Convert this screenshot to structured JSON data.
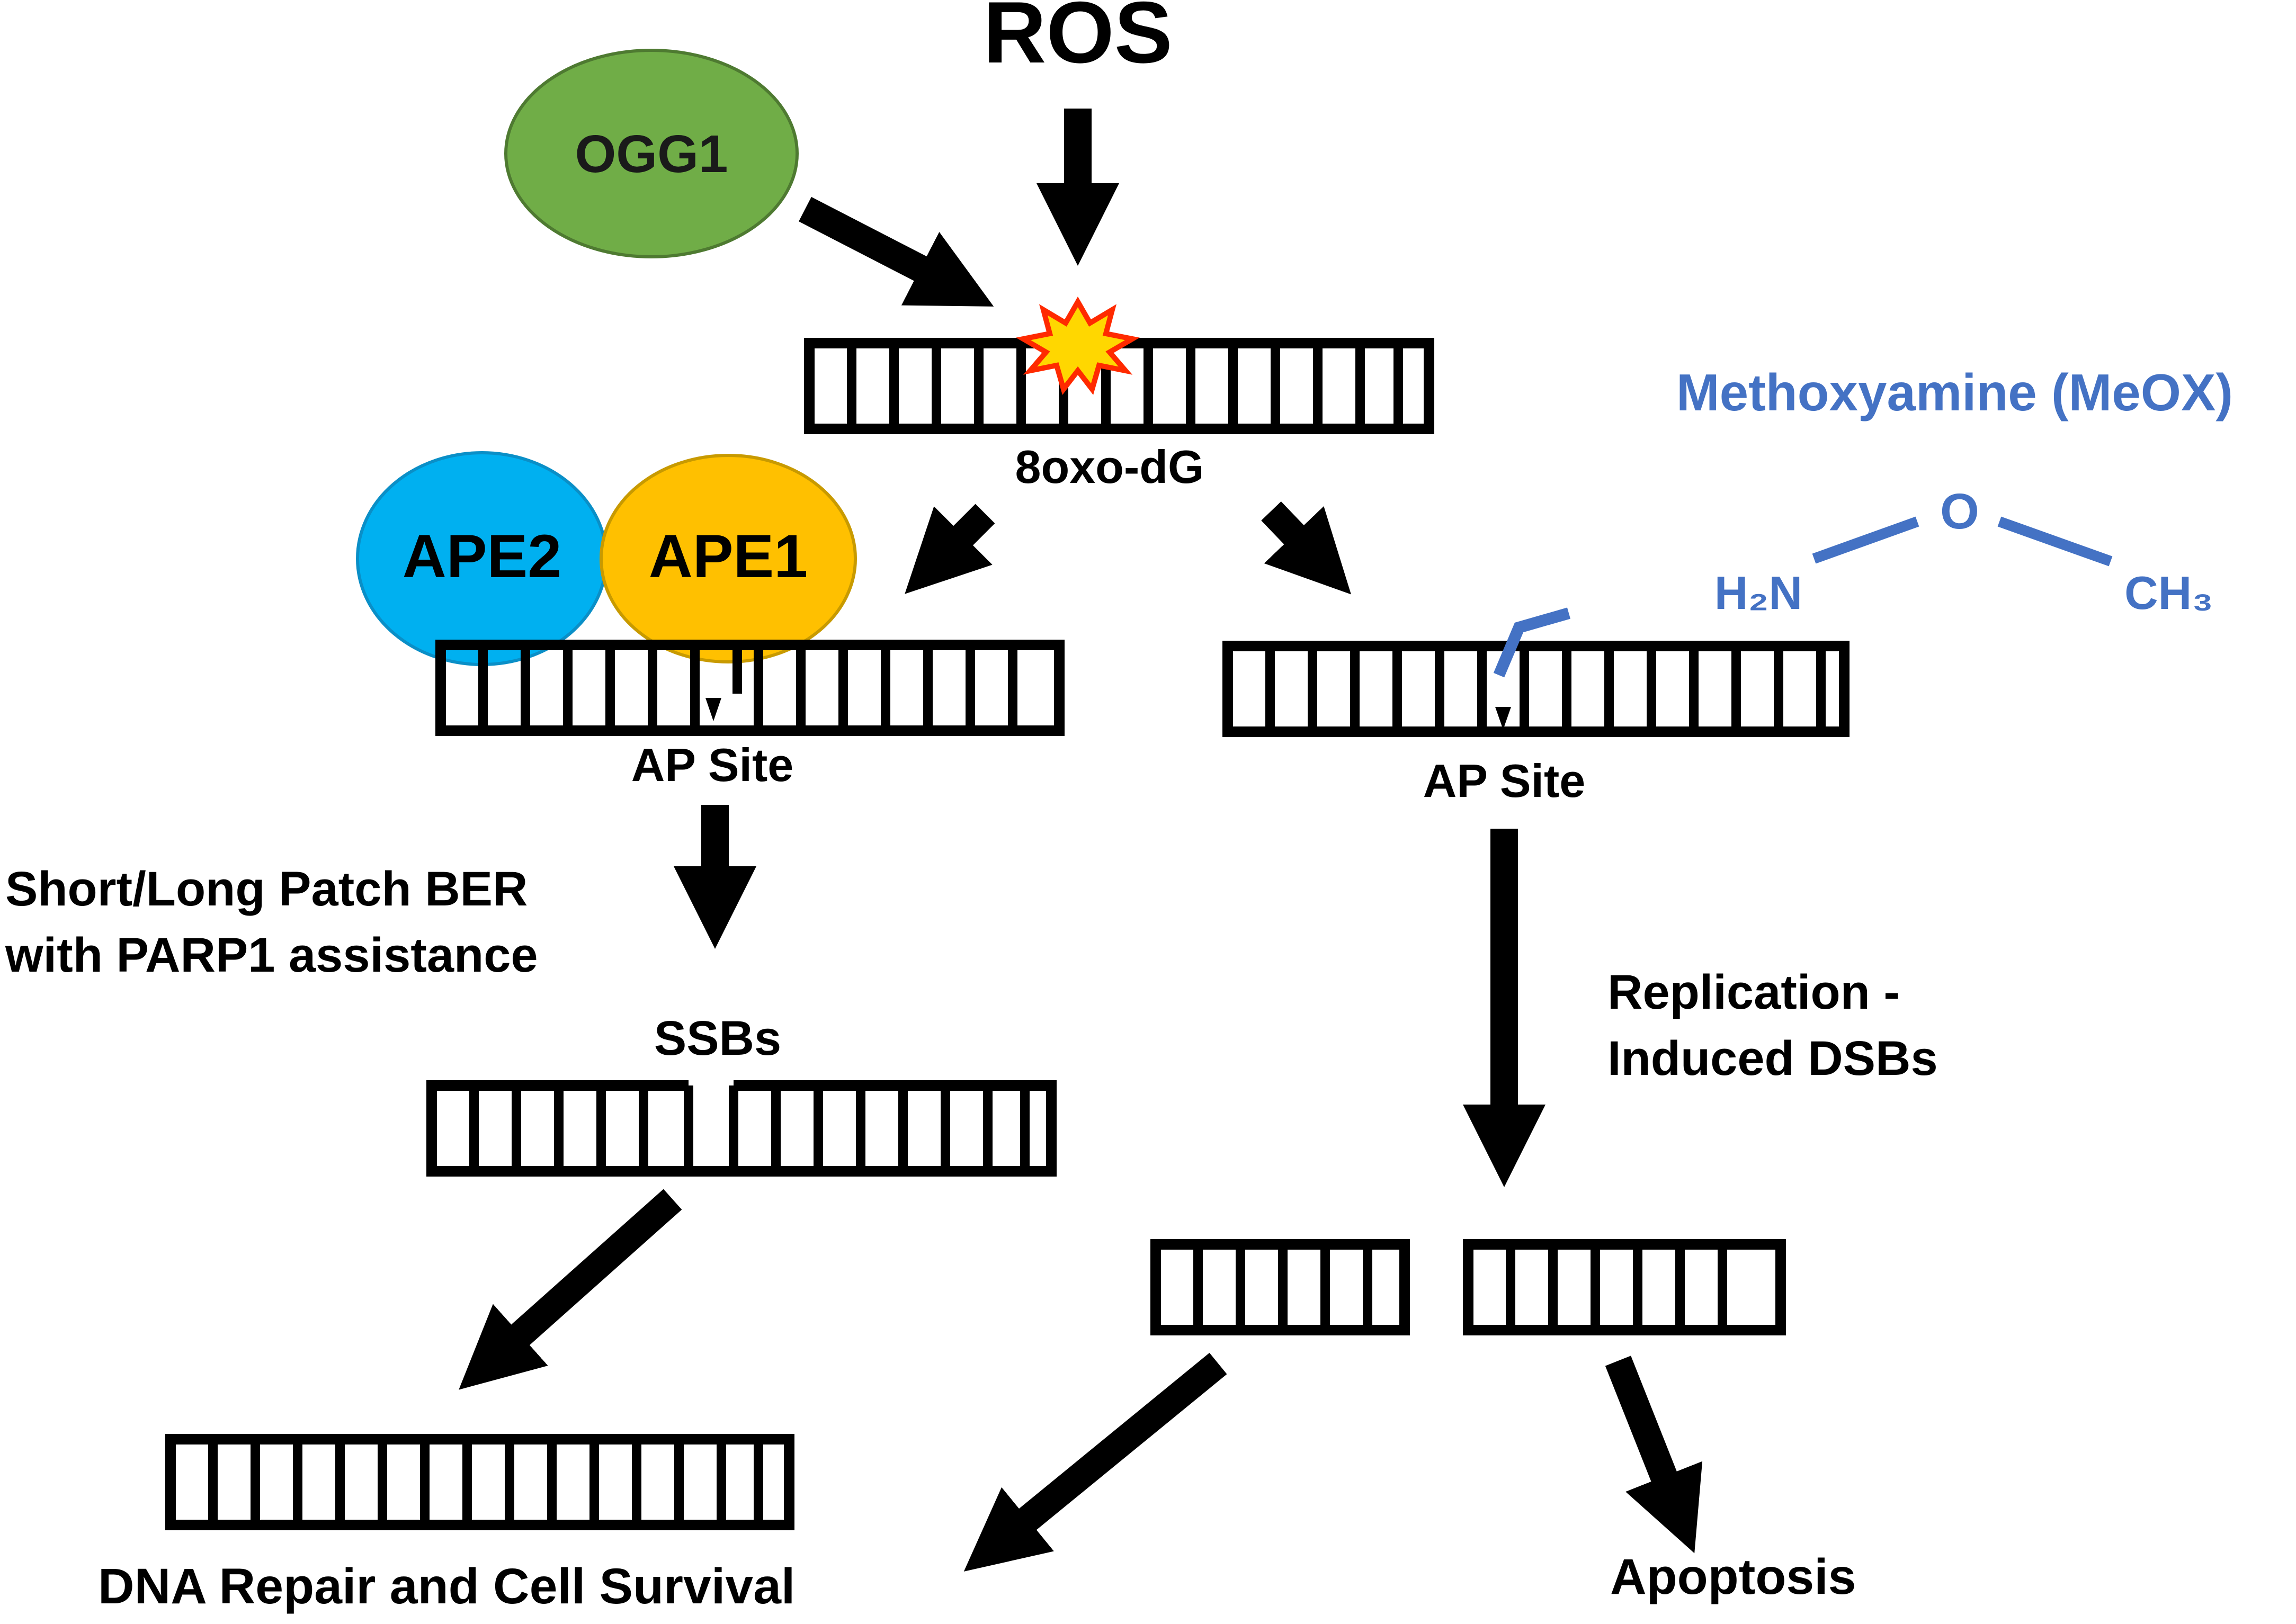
{
  "title": "ROS",
  "nodes": {
    "ogg1": "OGG1",
    "ape2": "APE2",
    "ape1": "APE1"
  },
  "labels": {
    "oxo": "8oxo-dG",
    "ap_left": "AP Site",
    "ap_right": "AP Site",
    "ber_line1": "Short/Long Patch BER",
    "ber_line2": "with PARP1 assistance",
    "ssbs": "SSBs",
    "dsb_line1": "Replication -",
    "dsb_line2": "Induced DSBs",
    "repair": "DNA Repair and Cell Survival",
    "apoptosis": "Apoptosis"
  },
  "meox": {
    "name": "Methoxyamine (MeOX)",
    "atom_o": "O",
    "atom_h2n": "H₂N",
    "atom_ch3": "CH₃"
  },
  "colors": {
    "ogg1": "#70AD47",
    "ape2": "#00B0F0",
    "ape1": "#FFC000",
    "meox": "#4472C4",
    "lesion": "#FFD700",
    "lesion_outline": "#FF2A00",
    "ink": "#000000"
  }
}
